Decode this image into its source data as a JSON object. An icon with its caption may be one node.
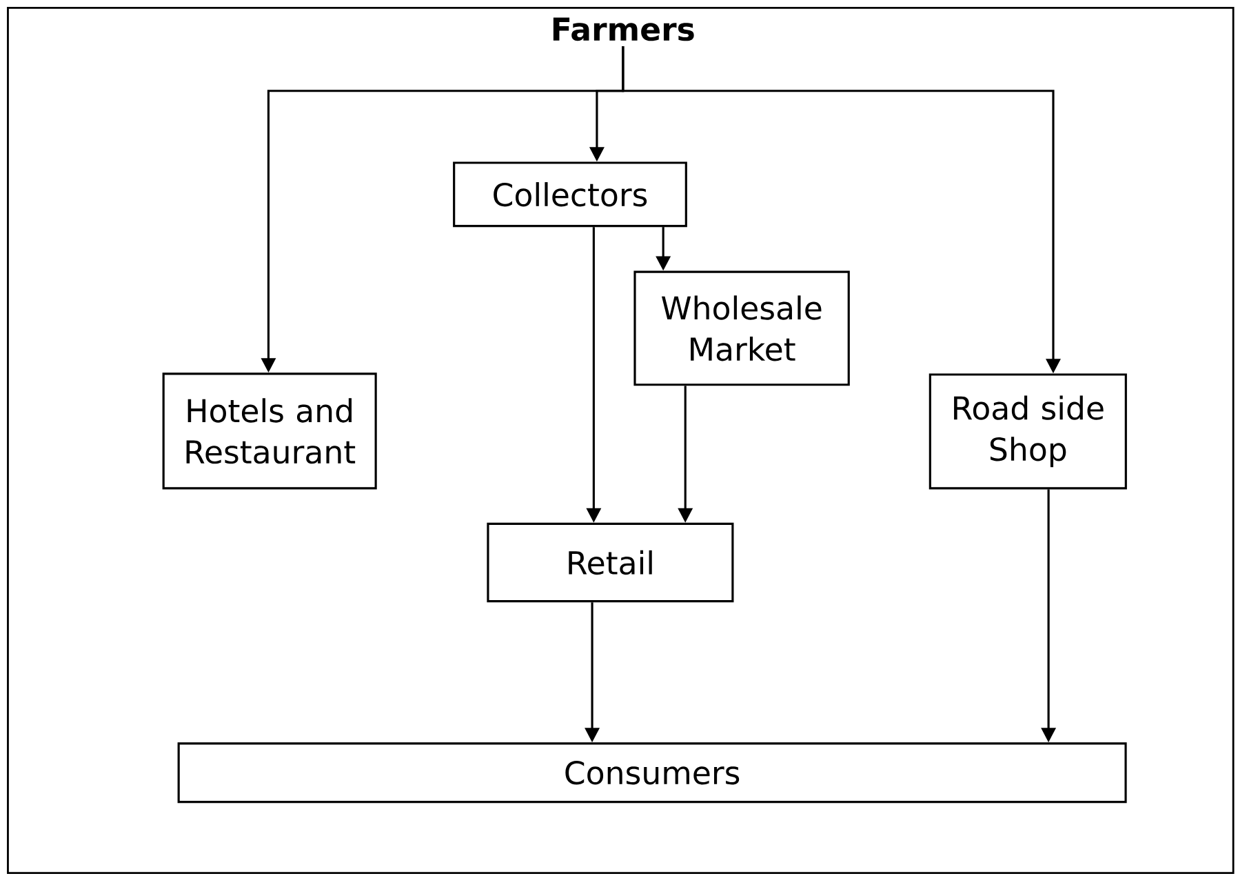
{
  "diagram": {
    "nodes": [
      {
        "text": [
          "Farmers"
        ]
      },
      {
        "text": [
          "Collectors"
        ]
      },
      {
        "text": [
          "Wholesale Market"
        ]
      },
      {
        "text": [
          "Hotels and Restaurant"
        ]
      },
      {
        "text": [
          "Road side Shop"
        ]
      },
      {
        "text": [
          "Retail"
        ]
      },
      {
        "text": [
          "Consumers"
        ]
      }
    ],
    "edges": [
      {
        "from": 0,
        "to": 3,
        "arrow": "to"
      },
      {
        "from": 0,
        "to": 1,
        "arrow": "to"
      },
      {
        "from": 0,
        "to": 4,
        "arrow": "to"
      },
      {
        "from": 1,
        "to": 5,
        "arrow": "to"
      },
      {
        "from": 1,
        "to": 2,
        "arrow": "to"
      },
      {
        "from": 2,
        "to": 5,
        "arrow": "to"
      },
      {
        "from": 5,
        "to": 6,
        "arrow": "to"
      },
      {
        "from": 4,
        "to": 6,
        "arrow": "to"
      }
    ]
  }
}
